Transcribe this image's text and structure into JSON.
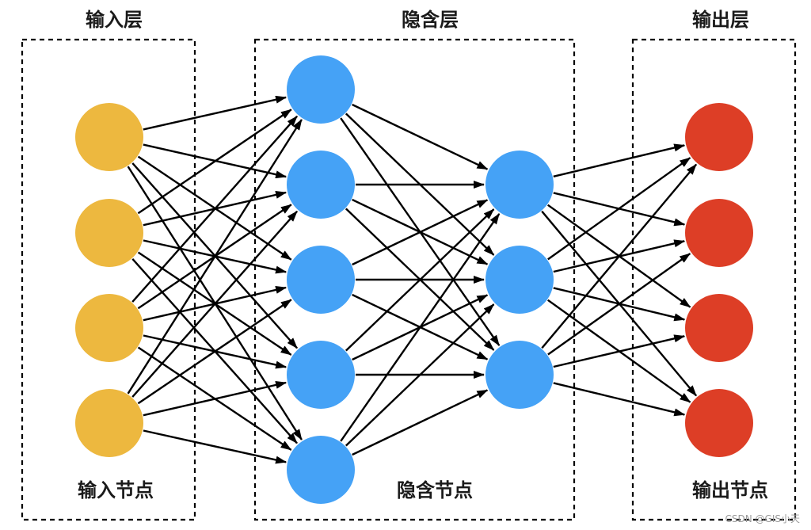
{
  "layers": [
    {
      "id": "input",
      "title": "输入层",
      "caption": "输入节点",
      "color": "#EDB83F",
      "node_count": 4
    },
    {
      "id": "hidden1",
      "title": "隐含层",
      "caption": "隐含节点",
      "color": "#45A2F6",
      "node_count": 5
    },
    {
      "id": "hidden2",
      "title": "",
      "caption": "",
      "color": "#45A2F6",
      "node_count": 3
    },
    {
      "id": "output",
      "title": "输出层",
      "caption": "输出节点",
      "color": "#DD3E26",
      "node_count": 4
    }
  ],
  "connections": "fully-connected between consecutive layers",
  "watermark": "CSDN @GIS小天"
}
